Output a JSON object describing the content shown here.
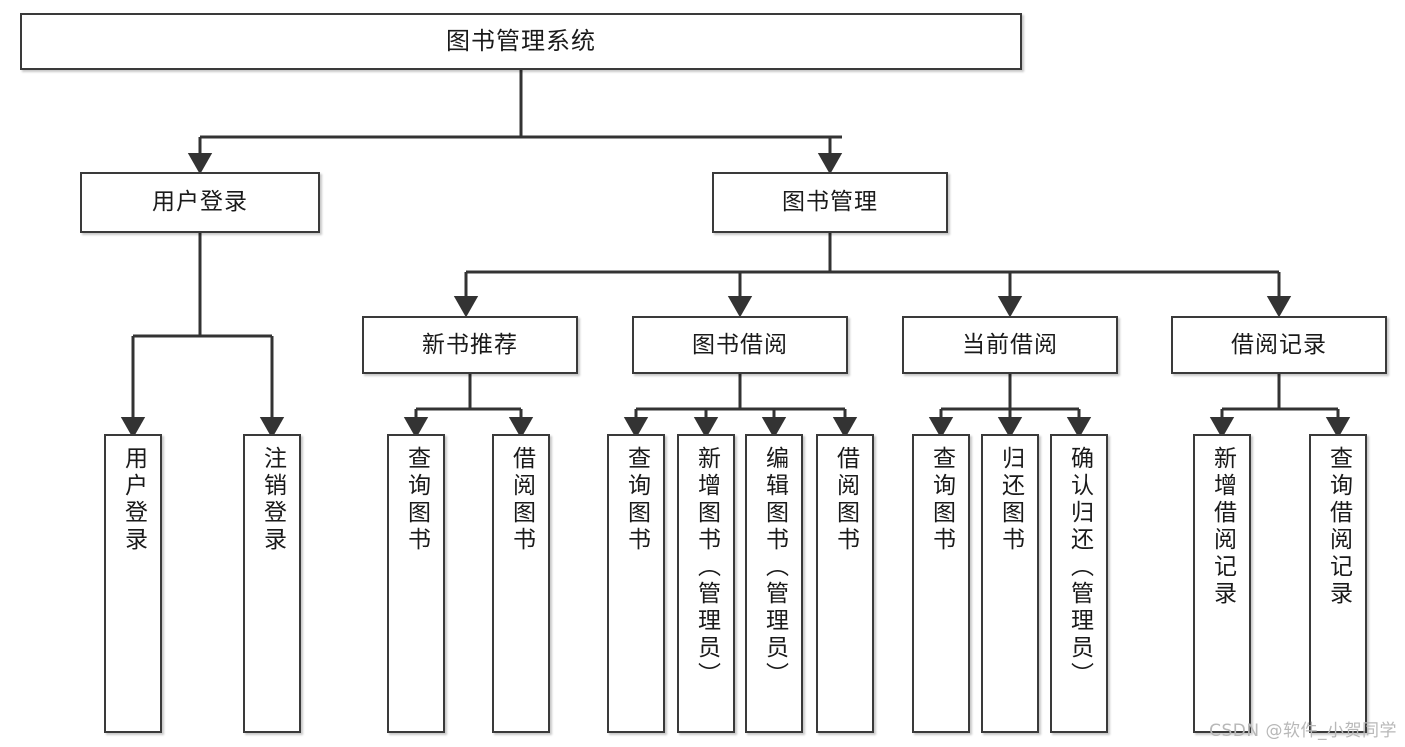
{
  "diagram": {
    "title": "图书管理系统",
    "type": "tree",
    "watermark": "CSDN @软件_小贺同学",
    "colors": {
      "border": "#3a3a3a",
      "background": "#ffffff",
      "text": "#1a1a1a",
      "wire": "#333333",
      "watermark": "#b8b8b8"
    },
    "nodes": {
      "root": {
        "label": "图书管理系统"
      },
      "level2": [
        {
          "label": "用户登录"
        },
        {
          "label": "图书管理"
        }
      ],
      "level3": [
        {
          "label": "新书推荐"
        },
        {
          "label": "图书借阅"
        },
        {
          "label": "当前借阅"
        },
        {
          "label": "借阅记录"
        }
      ],
      "leaves_user_login": [
        {
          "label": "用户登录"
        },
        {
          "label": "注销登录"
        }
      ],
      "leaves_new_book": [
        {
          "label": "查询图书"
        },
        {
          "label": "借阅图书"
        }
      ],
      "leaves_borrow": [
        {
          "label": "查询图书"
        },
        {
          "label": "新增图书（管理员）"
        },
        {
          "label": "编辑图书（管理员）"
        },
        {
          "label": "借阅图书"
        }
      ],
      "leaves_current": [
        {
          "label": "查询图书"
        },
        {
          "label": "归还图书"
        },
        {
          "label": "确认归还（管理员）"
        }
      ],
      "leaves_records": [
        {
          "label": "新增借阅记录"
        },
        {
          "label": "查询借阅记录"
        }
      ]
    }
  }
}
